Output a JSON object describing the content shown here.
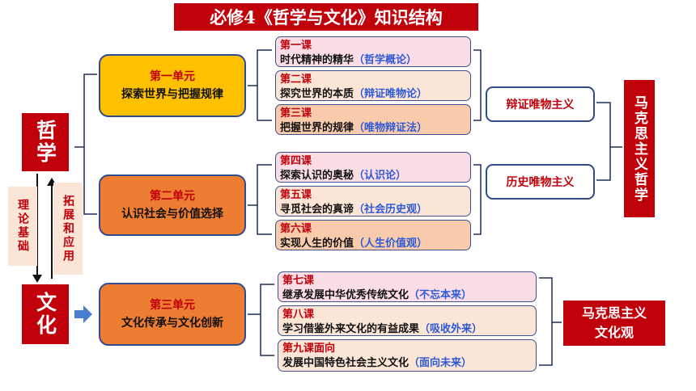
{
  "title": "必修4《哲学与文化》知识结构",
  "philosophy": "哲学",
  "culture": "文化",
  "theory_basis": "理论基础",
  "extend_apply": "拓展和应用",
  "units": [
    {
      "title": "第一单元",
      "subtitle": "探索世界与把握规律"
    },
    {
      "title": "第二单元",
      "subtitle": "认识社会与价值选择"
    },
    {
      "title": "第三单元",
      "subtitle": "文化传承与文化创新"
    }
  ],
  "lessons": [
    {
      "title": "第一课",
      "desc": "时代精神的精华",
      "hint": "（哲学概论）"
    },
    {
      "title": "第二课",
      "desc": "探究世界的本质",
      "hint": "（辩证唯物论）"
    },
    {
      "title": "第三课",
      "desc": "把握世界的规律",
      "hint": "（唯物辩证法）"
    },
    {
      "title": "第四课",
      "desc": "探索认识的奥秘",
      "hint": "（认识论）"
    },
    {
      "title": "第五课",
      "desc": "寻觅社会的真谛",
      "hint": "（社会历史观）"
    },
    {
      "title": "第六课",
      "desc": "实现人生的价值",
      "hint": "（人生价值观）"
    },
    {
      "title": "第七课",
      "desc": "继承发展中华优秀传统文化",
      "hint": "（不忘本来）"
    },
    {
      "title": "第八课",
      "desc": "学习借鉴外来文化的有益成果",
      "hint": "（吸收外来）"
    },
    {
      "title": "第九课面向",
      "desc": "发展中国特色社会主义文化",
      "hint": "（面向未来）"
    }
  ],
  "dialectical_materialism": "辩证唯物主义",
  "historical_materialism": "历史唯物主义",
  "marxist_philosophy": "马克思主义哲学",
  "marxist_culture_line1": "马克思主义",
  "marxist_culture_line2": "文化观",
  "colors": {
    "red": "#c0000b",
    "gold": "#ffc000",
    "orange": "#ed7d31",
    "navy": "#2f4c8c",
    "arrow": "#4a7fd0"
  }
}
